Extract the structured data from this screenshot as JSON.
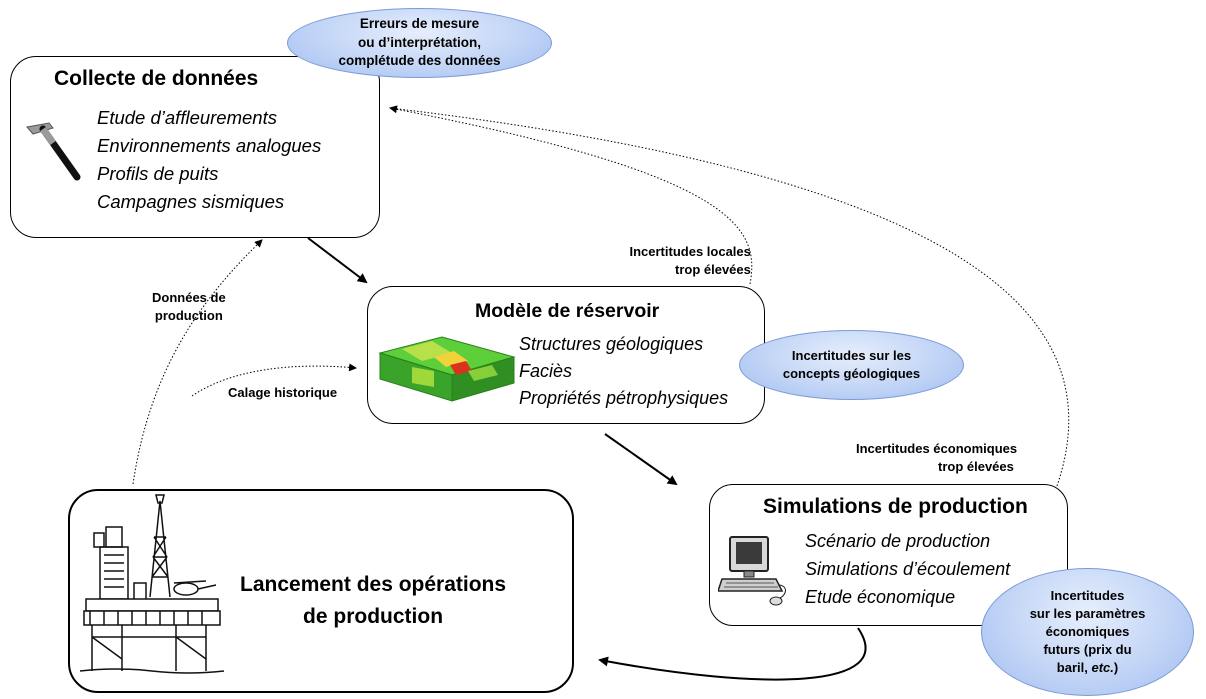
{
  "collecte": {
    "title": "Collecte de données",
    "items": [
      "Etude d’affleurements",
      "Environnements analogues",
      "Profils de puits",
      "Campagnes sismiques"
    ]
  },
  "modele": {
    "title": "Modèle de réservoir",
    "items": [
      "Structures géologiques",
      "Faciès",
      "Propriétés pétrophysiques"
    ]
  },
  "simulations": {
    "title": "Simulations de production",
    "items": [
      "Scénario de production",
      "Simulations d’écoulement",
      "Etude économique"
    ]
  },
  "lancement": {
    "line1": "Lancement des  opérations",
    "line2": "de production"
  },
  "ellipses": {
    "erreurs": [
      "Erreurs de mesure",
      "ou d’interprétation,",
      "complétude des données"
    ],
    "concepts": [
      "Incertitudes sur les",
      "concepts géologiques"
    ],
    "parametres": [
      "Incertitudes",
      "sur les paramètres",
      "économiques",
      "futurs (prix du"
    ],
    "parametres_last": "baril, ",
    "parametres_etc": "etc.",
    "parametres_close": ")"
  },
  "labels": {
    "locales": [
      "Incertitudes locales",
      "trop élevées"
    ],
    "economiques": [
      "Incertitudes économiques",
      "trop élevées"
    ],
    "donnees_production": [
      "Données de",
      "production"
    ],
    "calage": "Calage historique"
  },
  "icons": {
    "hammer": "rock-hammer-icon",
    "model3d": "reservoir-model-3d-icon",
    "computer": "computer-icon",
    "platform": "oil-platform-icon"
  },
  "colors": {
    "ellipse_fill": "#c2d5f6",
    "ellipse_border": "#7d9ad8",
    "model_green": "#3fbf2f",
    "model_red": "#d9321e"
  }
}
